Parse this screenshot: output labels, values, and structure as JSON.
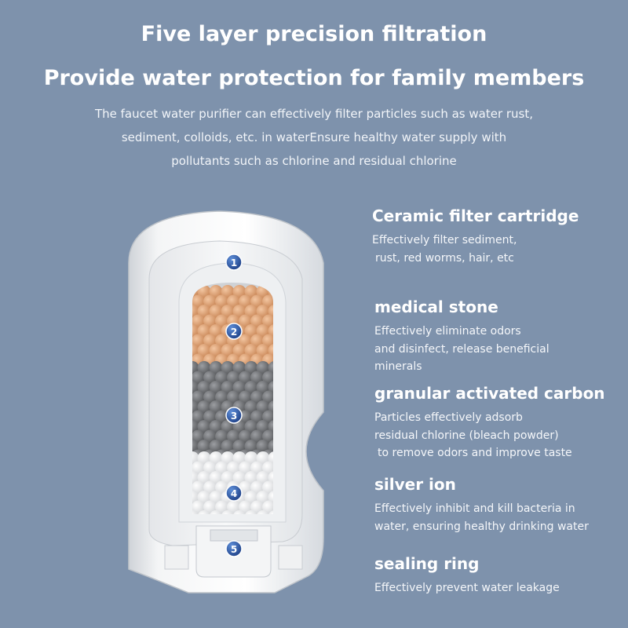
{
  "header": {
    "title_line1": "Five layer precision filtration",
    "title_line2": "Provide water protection for family members",
    "intro_lines": [
      "The faucet water purifier can effectively filter particles such as water rust,",
      "sediment, colloids, etc. in waterEnsure healthy water supply with",
      "pollutants such as chlorine and residual chlorine"
    ]
  },
  "layers": [
    {
      "number": "1",
      "name": "Ceramic filter cartridge",
      "desc_lines": [
        "Effectively filter sediment,",
        "rust, red worms, hair, etc"
      ]
    },
    {
      "number": "2",
      "name": "medical stone",
      "desc_lines": [
        "Effectively eliminate odors",
        "and disinfect, release beneficial",
        "minerals"
      ]
    },
    {
      "number": "3",
      "name": "granular activated carbon",
      "desc_lines": [
        "Particles effectively adsorb",
        "residual chlorine (bleach powder)",
        "to remove odors and improve taste"
      ]
    },
    {
      "number": "4",
      "name": "silver ion",
      "desc_lines": [
        "Effectively inhibit and kill bacteria in",
        "water, ensuring healthy drinking water"
      ]
    },
    {
      "number": "5",
      "name": "sealing ring",
      "desc_lines": [
        "Effectively prevent water leakage"
      ]
    }
  ],
  "colors": {
    "background": "#7e92ac",
    "badge": "#2c5aa8",
    "medical_stone": "#d99a6c",
    "activated_carbon": "#6c6e71",
    "silver_ion": "#f2f2f2"
  }
}
